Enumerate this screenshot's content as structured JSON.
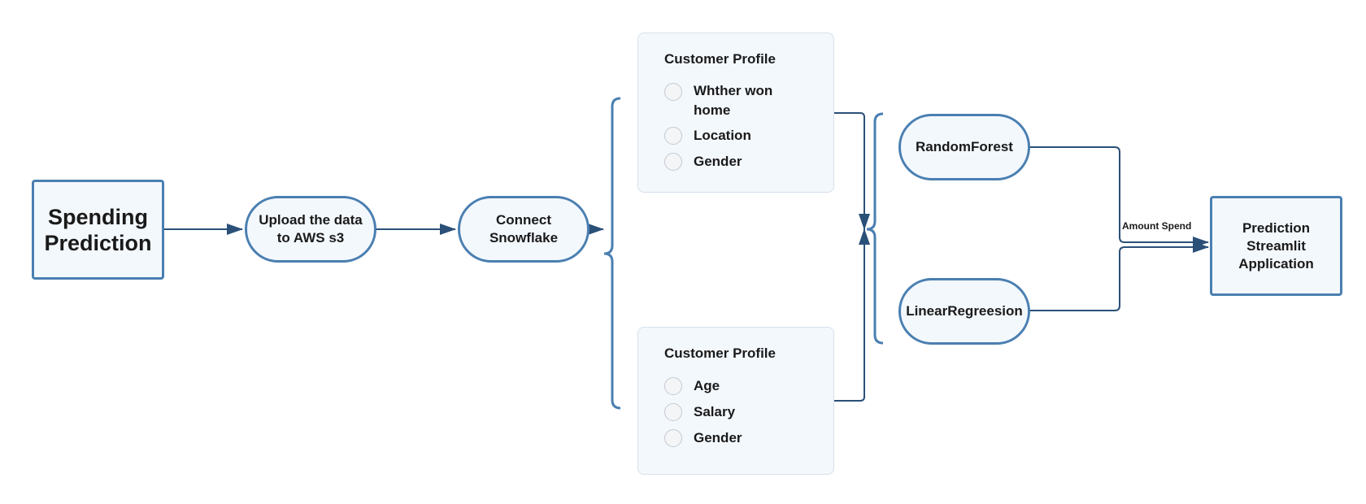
{
  "nodes": {
    "spending": {
      "label": "Spending Prediction"
    },
    "upload": {
      "label": "Upload the data to AWS s3"
    },
    "snowflake": {
      "label": "Connect Snowflake"
    },
    "random_forest": {
      "label": "RandomForest"
    },
    "linear_regression": {
      "label": "LinearRegreesion"
    },
    "streamlit": {
      "label": "Prediction Streamlit Application"
    }
  },
  "cards": [
    {
      "title": "Customer Profile",
      "items": [
        "Whther won home",
        "Location",
        "Gender"
      ]
    },
    {
      "title": "Customer Profile",
      "items": [
        "Age",
        "Salary",
        "Gender"
      ]
    }
  ],
  "edge_labels": {
    "amount_spend": "Amount Spend"
  },
  "colors": {
    "accent": "#4a7fb1",
    "arrow": "#2b5078",
    "node_fill": "#f3f8fd",
    "card_border": "#d6e0ea"
  }
}
